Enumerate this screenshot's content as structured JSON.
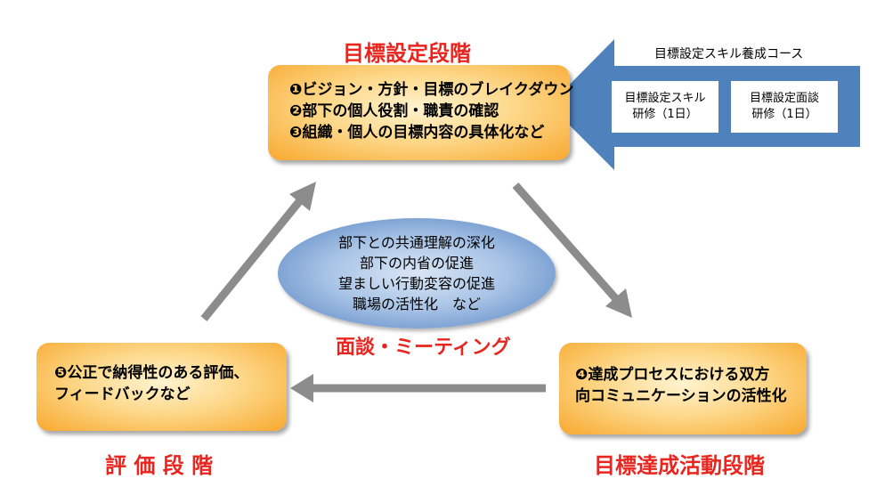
{
  "colors": {
    "accent_red": "#e8261f",
    "box_orange": "#f8a82e",
    "arrow_blue": "#4f81bd",
    "arrow_gray": "#8c8c8c"
  },
  "stages": {
    "goal_setting": {
      "title": "目標設定段階",
      "items": [
        "❶ビジョン・方針・目標のブレイクダウン",
        "❷部下の個人役割・職責の確認",
        "❸組織・個人の目標内容の具体化など"
      ]
    },
    "achievement": {
      "title": "目標達成活動段階",
      "items": [
        "❹達成プロセスにおける双方",
        "向コミュニケーションの活性化"
      ]
    },
    "evaluation": {
      "title": "評 価 段 階",
      "items": [
        "❺公正で納得性のある評価、",
        "フィードバックなど"
      ]
    }
  },
  "course": {
    "title": "目標設定スキル養成コース",
    "boxes": [
      {
        "line1": "目標設定スキル",
        "line2": "研修（1日）"
      },
      {
        "line1": "目標設定面談",
        "line2": "研修（1日）"
      }
    ]
  },
  "center": {
    "lines": [
      "部下との共通理解の深化",
      "部下の内省の促進",
      "望ましい行動変容の促進",
      "職場の活性化　など"
    ],
    "label": "面談・ミーティング"
  }
}
